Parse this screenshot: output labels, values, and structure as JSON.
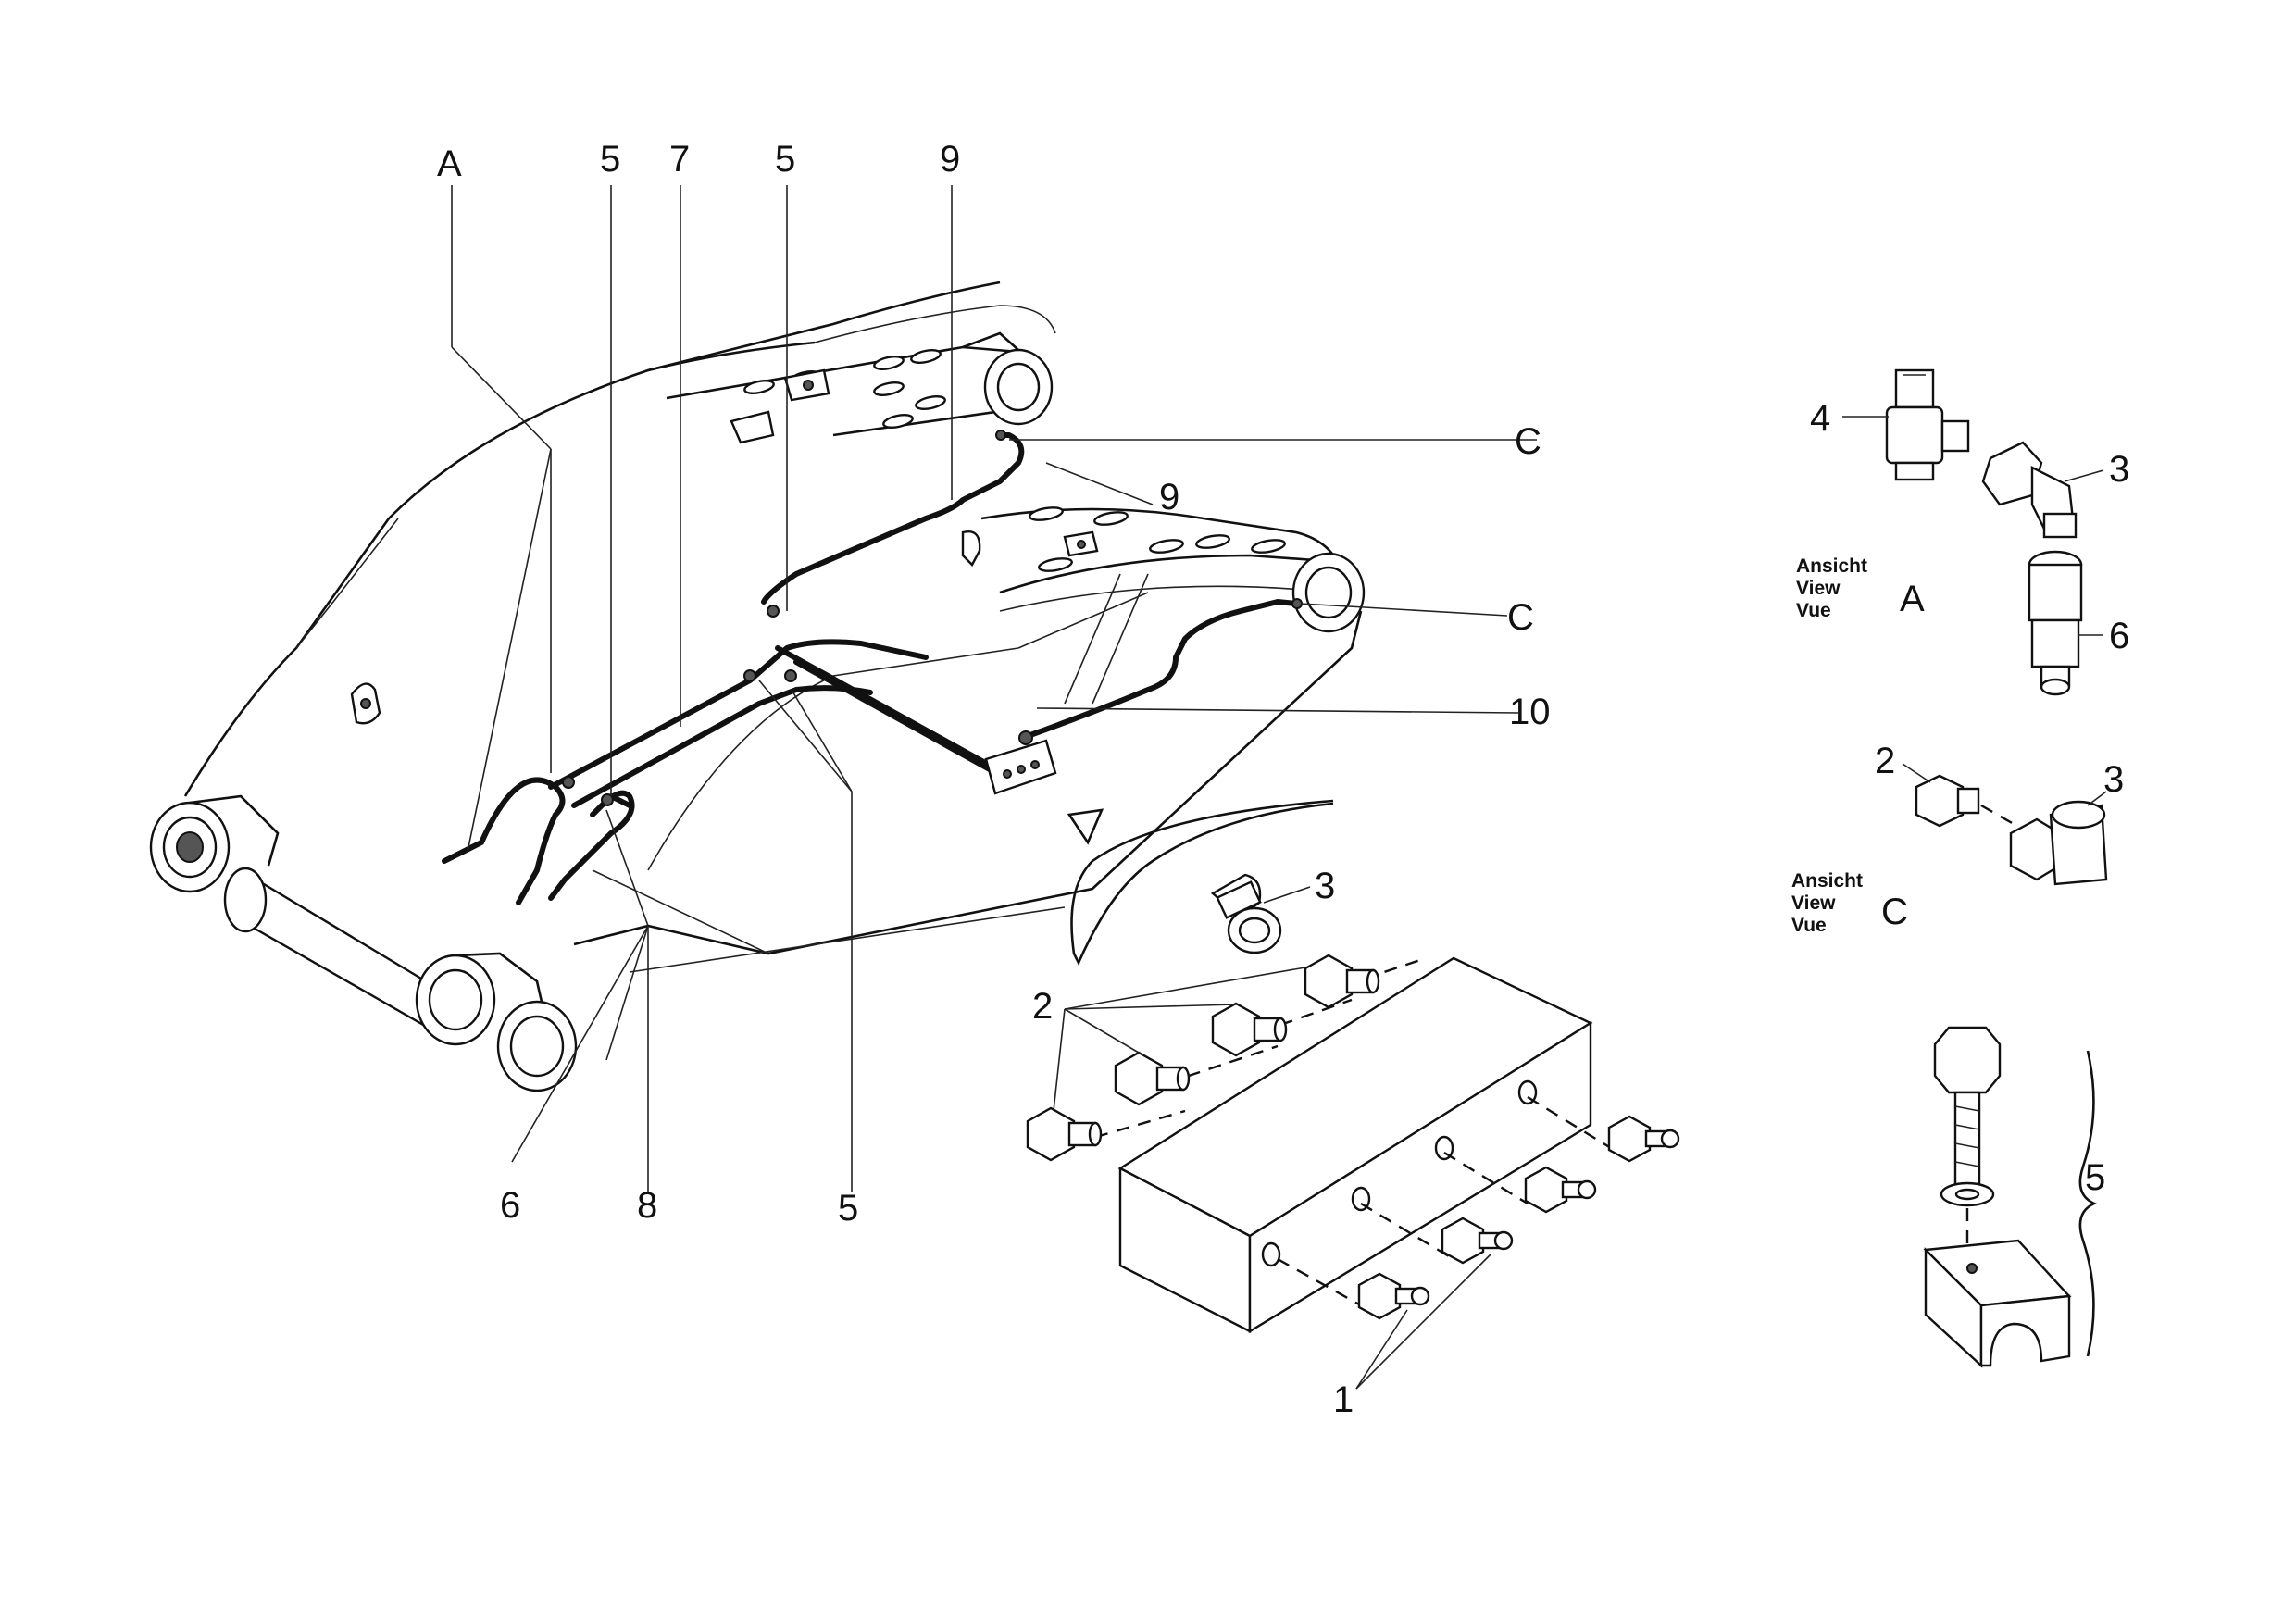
{
  "callouts": {
    "a_top": "A",
    "five_top_left": "5",
    "seven": "7",
    "five_top_mid": "5",
    "nine_top": "9",
    "c_upper": "C",
    "nine_mid": "9",
    "c_lower": "C",
    "ten": "10",
    "six_bottom": "6",
    "eight": "8",
    "five_bottom": "5",
    "three_block": "3",
    "two_block": "2",
    "one_block": "1",
    "four_detail": "4",
    "three_detail_a": "3",
    "six_detail": "6",
    "two_detail_c": "2",
    "three_detail_c": "3",
    "five_detail": "5"
  },
  "view_a": {
    "line1": "Ansicht",
    "line2": "View",
    "line3": "Vue",
    "letter": "A"
  },
  "view_c": {
    "line1": "Ansicht",
    "line2": "View",
    "line3": "Vue",
    "letter": "C"
  }
}
